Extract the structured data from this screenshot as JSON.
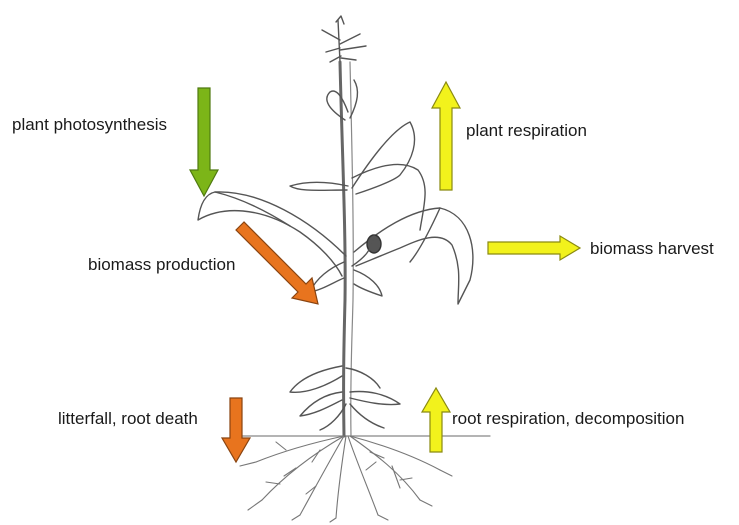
{
  "labels": {
    "plant_photosynthesis": "plant photosynthesis",
    "plant_respiration": "plant respiration",
    "biomass_harvest": "biomass harvest",
    "biomass_production": "biomass production",
    "litterfall_root_death": "litterfall, root death",
    "root_respiration_decomposition": "root respiration, decomposition"
  },
  "arrow_colors": {
    "photosynthesis": "#7cb518",
    "biomass_production": "#e8741e",
    "litterfall": "#e8741e",
    "respiration": "#f2f21c",
    "harvest": "#f2f21c",
    "root_respiration": "#f2f21c"
  },
  "icons": {
    "plant": "maize-plant-drawing"
  }
}
